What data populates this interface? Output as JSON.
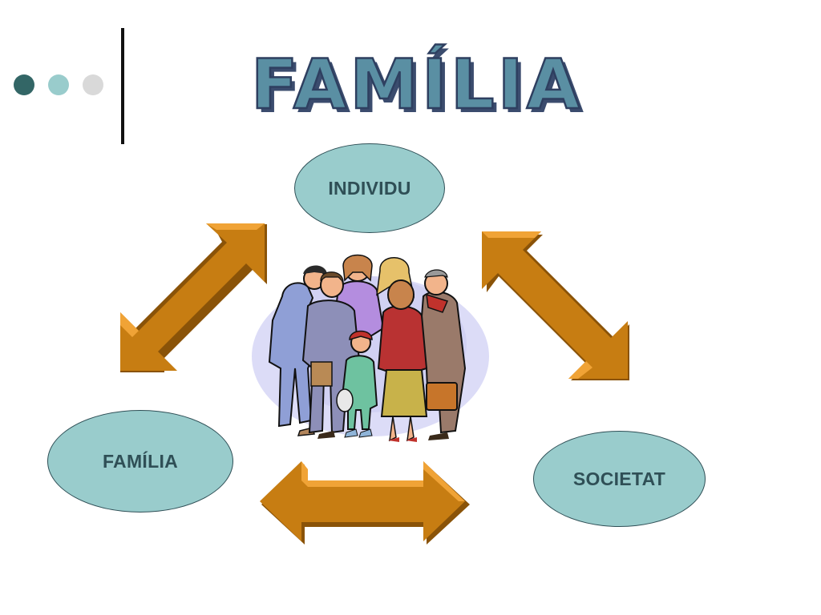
{
  "title": "FAMÍLIA",
  "nodes": {
    "individu": "INDIVIDU",
    "familia": "FAMÍLIA",
    "societat": "SOCIETAT"
  },
  "colors": {
    "dot_dark": "#336666",
    "dot_teal": "#99cccc",
    "dot_gray": "#d9d9d9",
    "node_fill": "#99cccc",
    "node_text": "#2f4f56",
    "title_fill": "#5a8fa3",
    "title_shadow": "#3b4c6e",
    "arrow_face": "#c77d12",
    "arrow_side": "#f0a336",
    "arrow_dark": "#8a5308"
  },
  "icons": {
    "people": "people-group-icon"
  }
}
